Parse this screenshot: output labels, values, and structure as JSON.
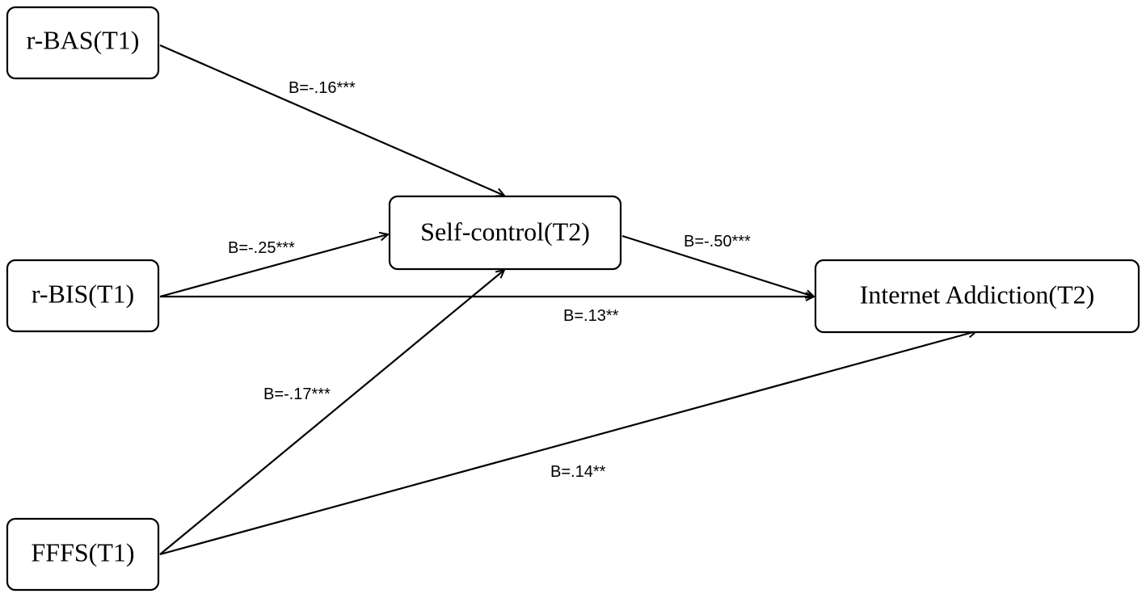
{
  "nodes": {
    "rbas": {
      "label": "r-BAS(T1)"
    },
    "rbis": {
      "label": "r-BIS(T1)"
    },
    "fffs": {
      "label": "FFFS(T1)"
    },
    "selfcontrol": {
      "label": "Self-control(T2)"
    },
    "internet": {
      "label": "Internet Addiction(T2)"
    }
  },
  "edges": {
    "rbas_selfcontrol": {
      "from": "r-BAS(T1)",
      "to": "Self-control(T2)",
      "label": "B=-.16***"
    },
    "rbis_selfcontrol": {
      "from": "r-BIS(T1)",
      "to": "Self-control(T2)",
      "label": "B=-.25***"
    },
    "selfcontrol_internet": {
      "from": "Self-control(T2)",
      "to": "Internet Addiction(T2)",
      "label": "B=-.50***"
    },
    "rbis_internet": {
      "from": "r-BIS(T1)",
      "to": "Internet Addiction(T2)",
      "label": "B=.13**"
    },
    "fffs_selfcontrol": {
      "from": "FFFS(T1)",
      "to": "Self-control(T2)",
      "label": "B=-.17***"
    },
    "fffs_internet": {
      "from": "FFFS(T1)",
      "to": "Internet Addiction(T2)",
      "label": "B=.14**"
    }
  },
  "colors": {
    "stroke": "#000000",
    "background": "#ffffff"
  }
}
